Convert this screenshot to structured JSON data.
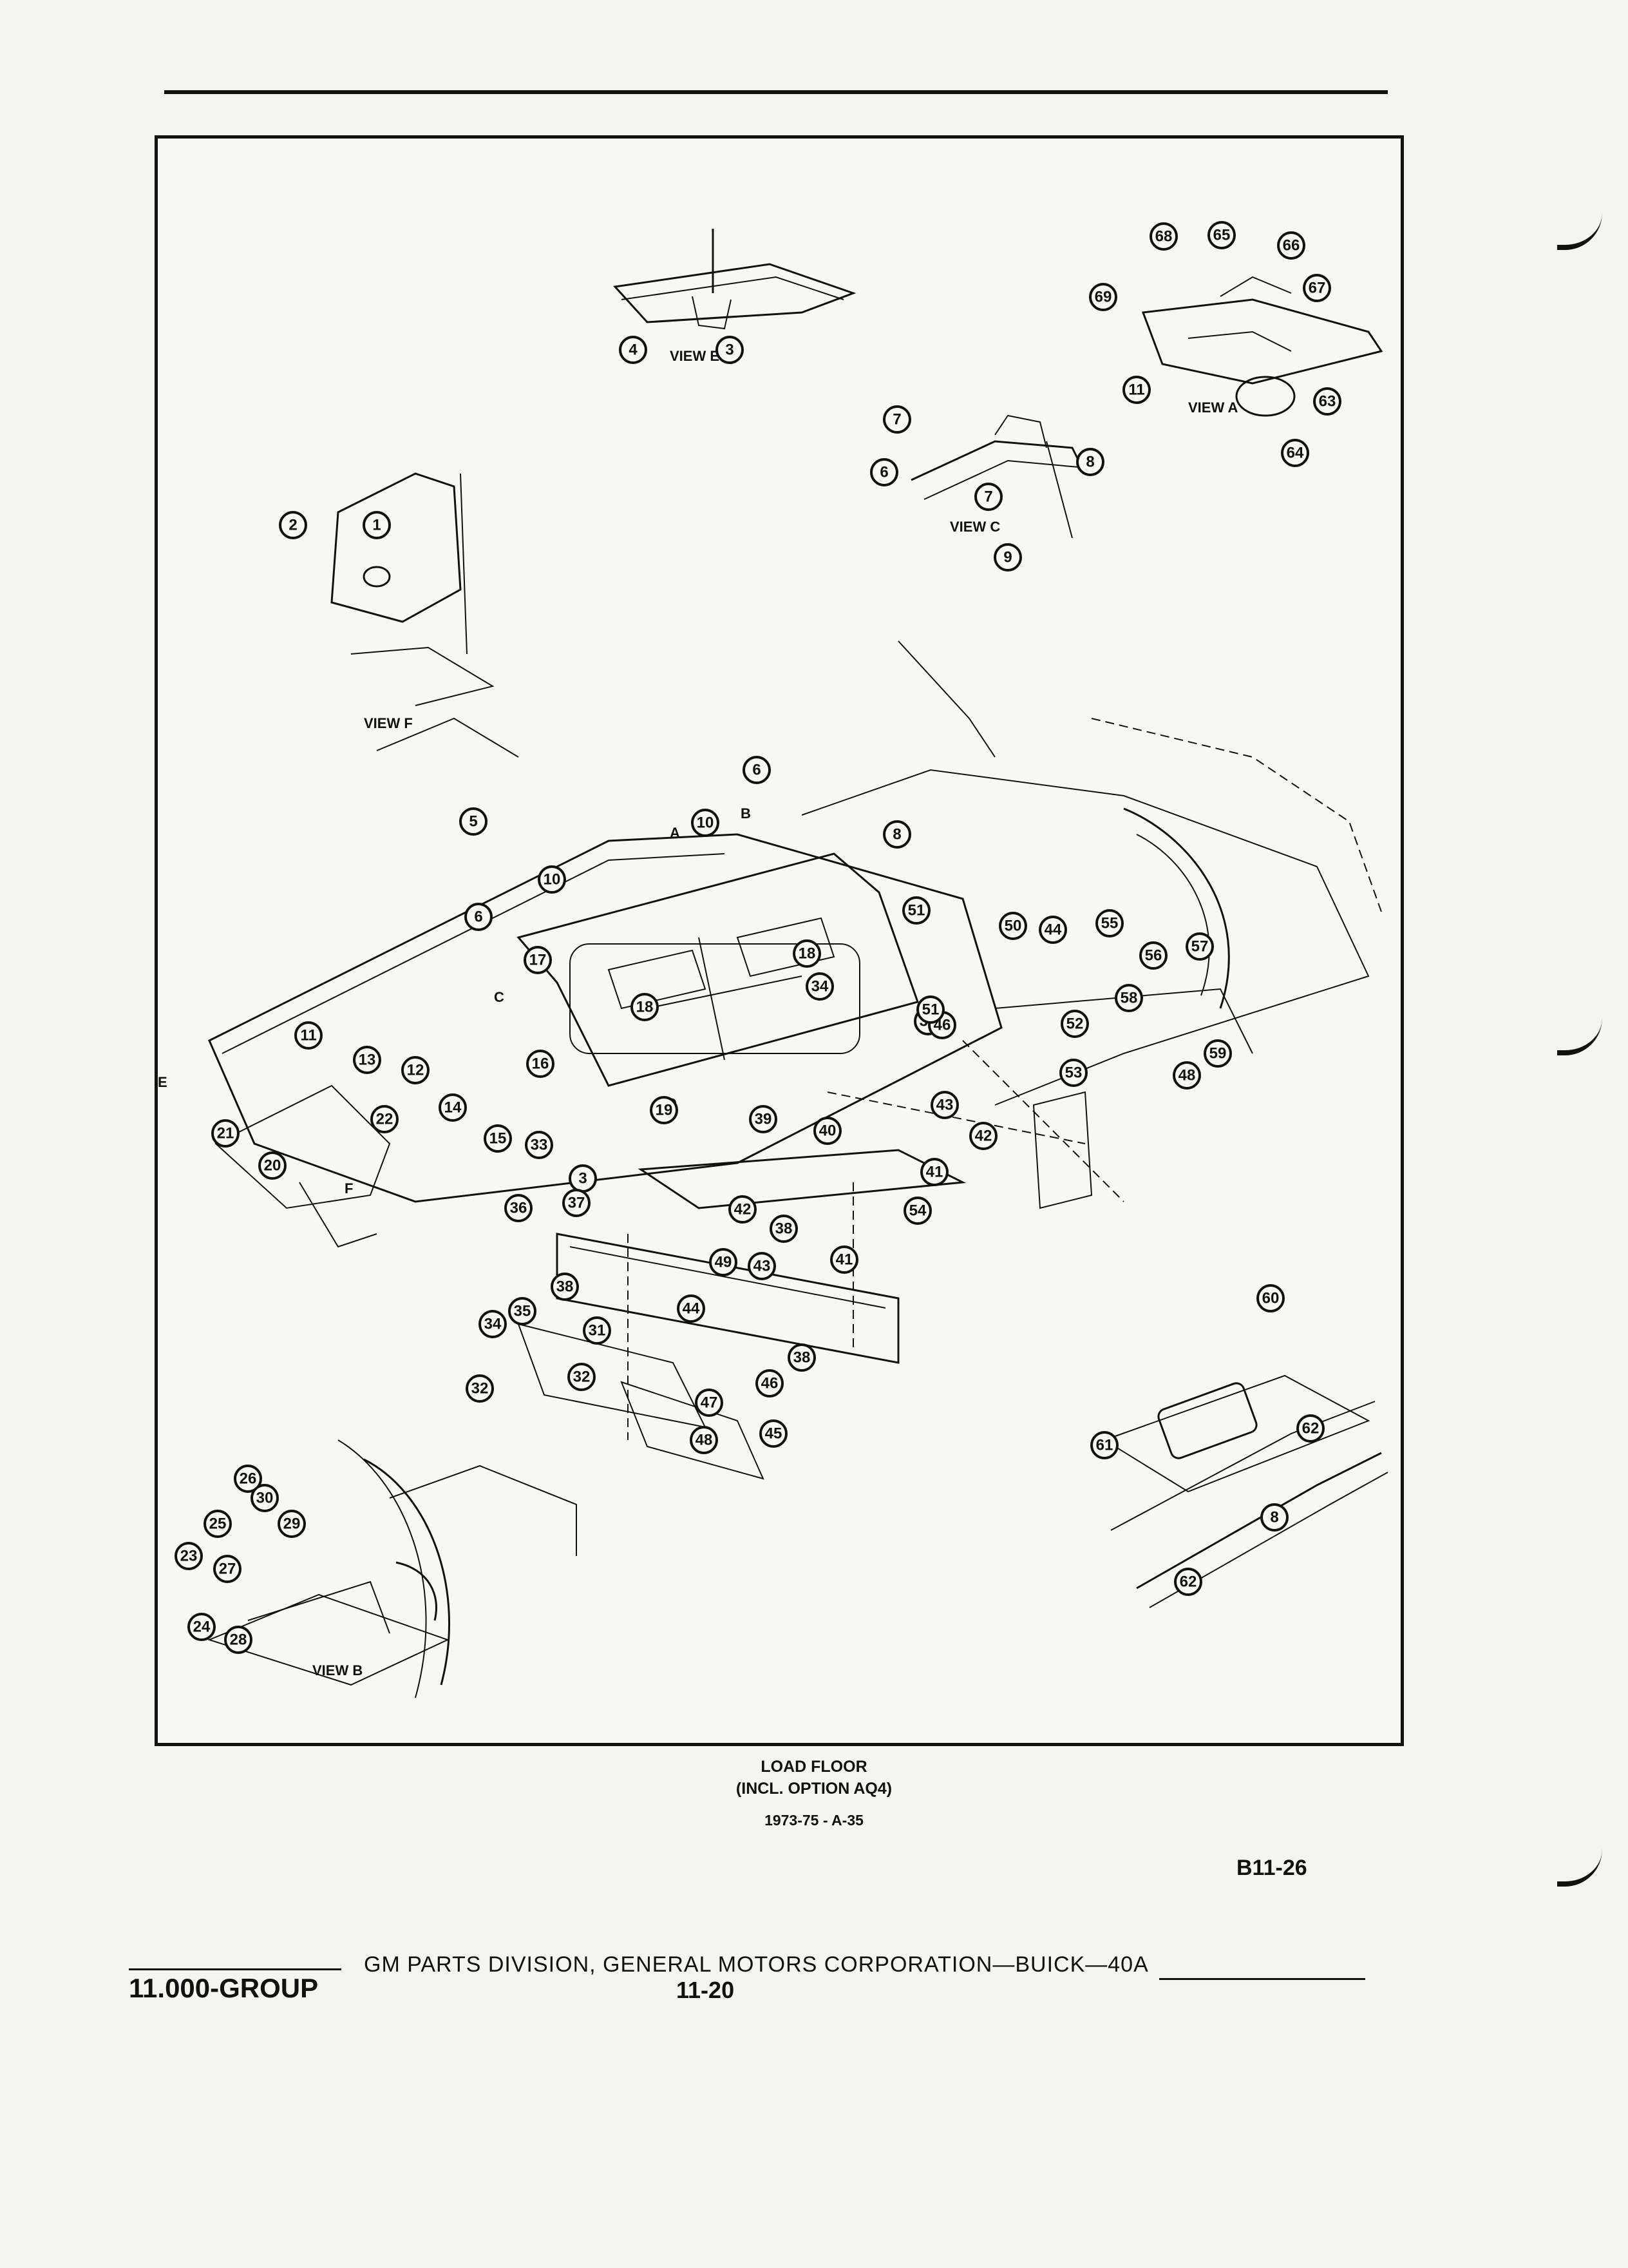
{
  "caption": {
    "title": "LOAD FLOOR",
    "subtitle": "(INCL. OPTION AQ4)",
    "reference": "1973-75 - A-35"
  },
  "plate_number": "B11-26",
  "footer": {
    "group": "11.000-GROUP",
    "corporation": "GM PARTS DIVISION, GENERAL MOTORS CORPORATION—BUICK—40A",
    "page": "11-20"
  },
  "views": {
    "a": "VIEW A",
    "b": "VIEW B",
    "c": "VIEW C",
    "e": "VIEW E",
    "f": "VIEW F"
  },
  "letters": [
    "A",
    "B",
    "C",
    "D",
    "E",
    "F"
  ],
  "callouts": [
    "1",
    "2",
    "3",
    "4",
    "5",
    "6",
    "7",
    "8",
    "9",
    "10",
    "11",
    "12",
    "13",
    "14",
    "15",
    "16",
    "17",
    "18",
    "19",
    "20",
    "21",
    "22",
    "23",
    "24",
    "25",
    "26",
    "27",
    "28",
    "29",
    "30",
    "31",
    "32",
    "33",
    "34",
    "35",
    "36",
    "37",
    "38",
    "39",
    "40",
    "41",
    "42",
    "43",
    "44",
    "45",
    "46",
    "47",
    "48",
    "49",
    "50",
    "51",
    "52",
    "53",
    "54",
    "55",
    "56",
    "57",
    "58",
    "59",
    "60",
    "61",
    "62",
    "63",
    "64",
    "65",
    "66",
    "67",
    "68",
    "69"
  ]
}
